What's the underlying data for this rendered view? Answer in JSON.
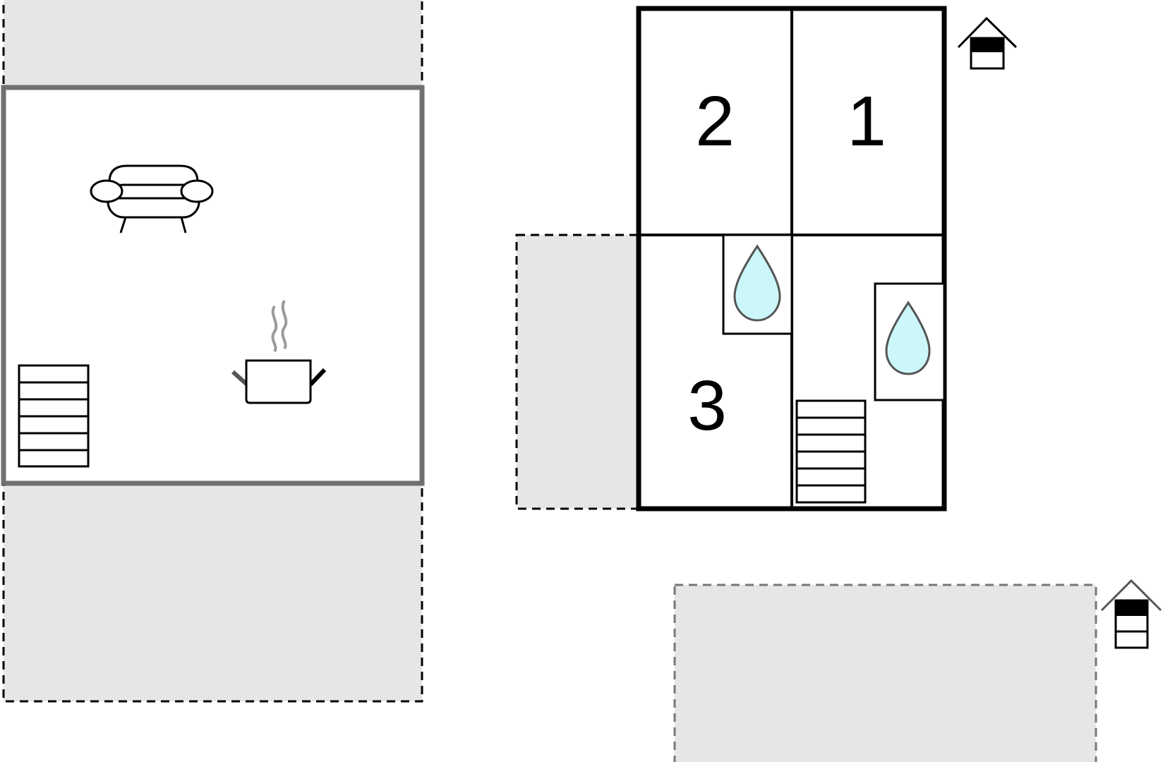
{
  "rooms": [
    {
      "id": "room-2",
      "label": "2"
    },
    {
      "id": "room-1",
      "label": "1"
    },
    {
      "id": "room-3",
      "label": "3"
    }
  ],
  "icons": {
    "sofa": "sofa-icon",
    "kitchen": "cooking-pot-icon",
    "stairs": "stairs-icon",
    "bathroom": "water-drop-icon",
    "floor_indicator": "house-floor-icon"
  },
  "colors": {
    "outdoor_area": "#e6e6e6",
    "water": "#ccf7fa",
    "wall": "#000000",
    "ground_floor_wall": "#707070"
  }
}
